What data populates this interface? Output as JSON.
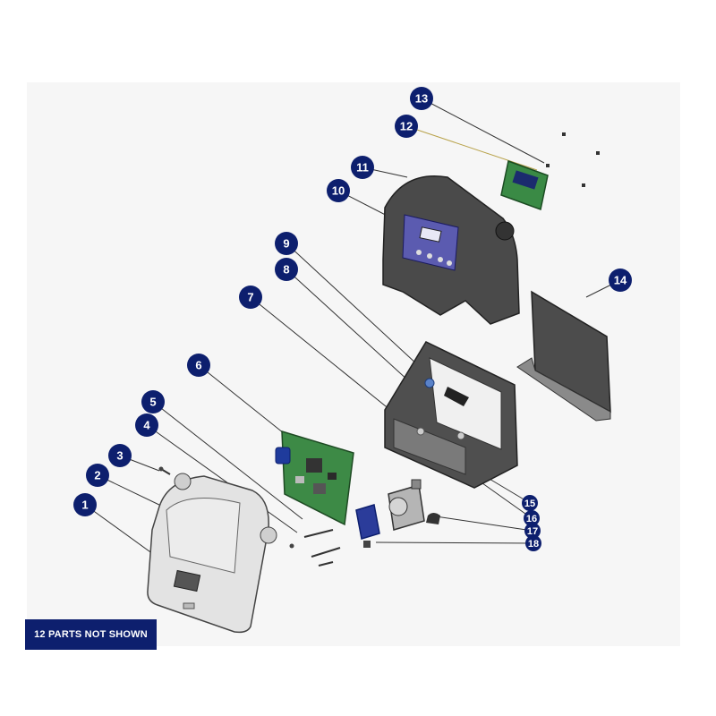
{
  "accent_color": "#0d1f6e",
  "callouts": [
    "1",
    "2",
    "3",
    "4",
    "5",
    "6",
    "7",
    "8",
    "9",
    "10",
    "11",
    "12",
    "13",
    "14",
    "15",
    "16",
    "17",
    "18"
  ],
  "note": "12 PARTS NOT SHOWN"
}
